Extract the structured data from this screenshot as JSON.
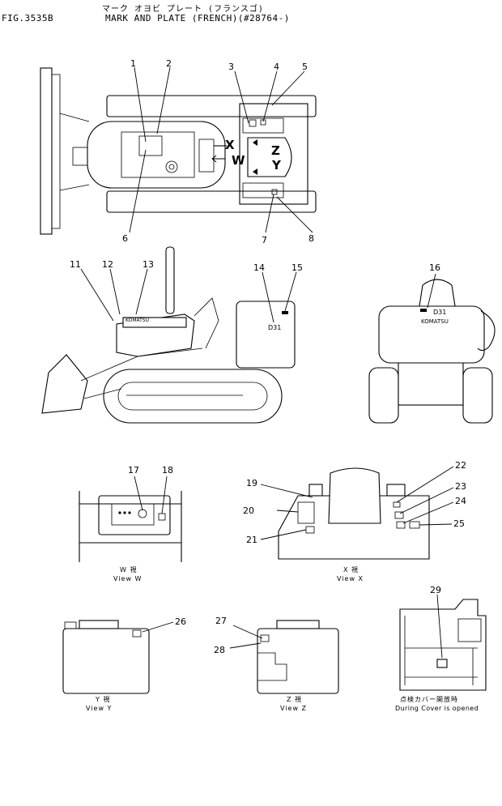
{
  "header": {
    "fig": "FIG.3535B",
    "jp_title": "マーク オヨビ プレート (フランスゴ)",
    "title": "MARK AND PLATE (FRENCH)(#28764-)"
  },
  "callouts": [
    "1",
    "2",
    "3",
    "4",
    "5",
    "6",
    "7",
    "8",
    "11",
    "12",
    "13",
    "14",
    "15",
    "16",
    "17",
    "18",
    "19",
    "20",
    "21",
    "22",
    "23",
    "24",
    "25",
    "26",
    "27",
    "28",
    "29"
  ],
  "view_markers": {
    "x": "X",
    "w": "W",
    "z": "Z",
    "y": "Y"
  },
  "machine_labels": {
    "model": "D31",
    "brand": "KOMATSU"
  },
  "views": {
    "w": {
      "jp": "W 視",
      "en": "View  W"
    },
    "x": {
      "jp": "X 視",
      "en": "View  X"
    },
    "y": {
      "jp": "Y 視",
      "en": "View  Y"
    },
    "z": {
      "jp": "Z 視",
      "en": "View  Z"
    },
    "cover": {
      "jp": "点検カバー開放時",
      "en": "During Cover is opened"
    }
  }
}
